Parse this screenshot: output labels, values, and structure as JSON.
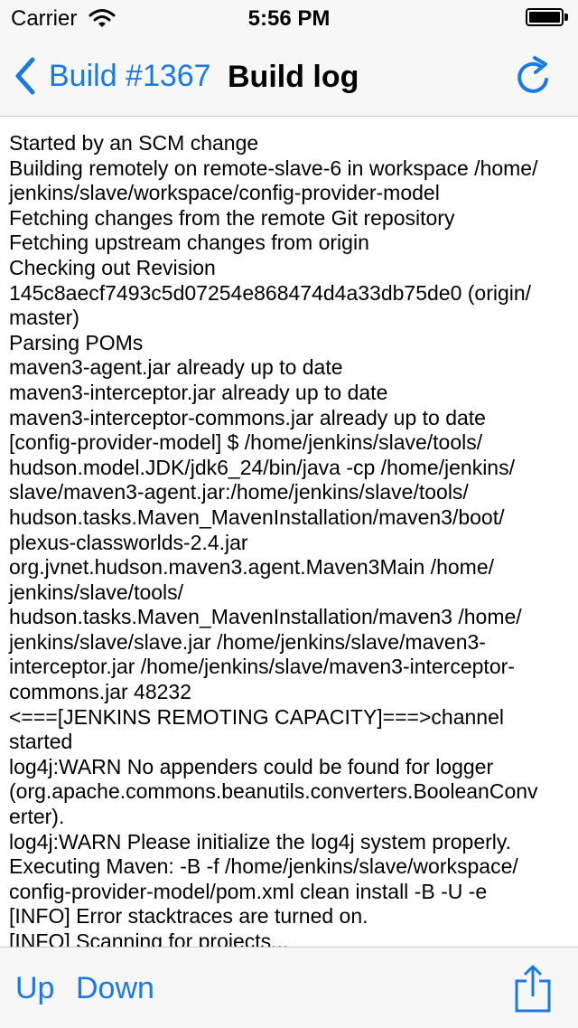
{
  "status_bar": {
    "carrier": "Carrier",
    "time": "5:56 PM",
    "wifi_icon": "wifi-icon",
    "battery_icon": "battery-icon"
  },
  "nav_bar": {
    "back_label": "Build #1367",
    "title": "Build log",
    "back_icon": "chevron-left-icon",
    "refresh_icon": "refresh-icon"
  },
  "log": {
    "lines": [
      "Started by an SCM change",
      "Building remotely on remote-slave-6 in workspace /home/",
      "jenkins/slave/workspace/config-provider-model",
      "Fetching changes from the remote Git repository",
      "Fetching upstream changes from origin",
      "Checking out Revision",
      "145c8aecf7493c5d07254e868474d4a33db75de0 (origin/",
      "master)",
      "Parsing POMs",
      "maven3-agent.jar already up to date",
      "maven3-interceptor.jar already up to date",
      "maven3-interceptor-commons.jar already up to date",
      "[config-provider-model] $ /home/jenkins/slave/tools/",
      "hudson.model.JDK/jdk6_24/bin/java -cp /home/jenkins/",
      "slave/maven3-agent.jar:/home/jenkins/slave/tools/",
      "hudson.tasks.Maven_MavenInstallation/maven3/boot/",
      "plexus-classworlds-2.4.jar",
      "org.jvnet.hudson.maven3.agent.Maven3Main /home/",
      "jenkins/slave/tools/",
      "hudson.tasks.Maven_MavenInstallation/maven3 /home/",
      "jenkins/slave/slave.jar /home/jenkins/slave/maven3-",
      "interceptor.jar /home/jenkins/slave/maven3-interceptor-",
      "commons.jar 48232",
      "<===[JENKINS REMOTING CAPACITY]===>channel",
      "started",
      "log4j:WARN No appenders could be found for logger",
      "(org.apache.commons.beanutils.converters.BooleanConv",
      "erter).",
      "log4j:WARN Please initialize the log4j system properly.",
      "Executing Maven:  -B -f /home/jenkins/slave/workspace/",
      "config-provider-model/pom.xml clean install -B -U -e",
      "[INFO] Error stacktraces are turned on.",
      "[INFO] Scanning for projects..."
    ]
  },
  "toolbar": {
    "up_label": "Up",
    "down_label": "Down",
    "share_icon": "share-icon"
  },
  "colors": {
    "accent": "#1a7ae5",
    "bar_background": "#f7f7f8",
    "separator": "#c8c7cc"
  }
}
